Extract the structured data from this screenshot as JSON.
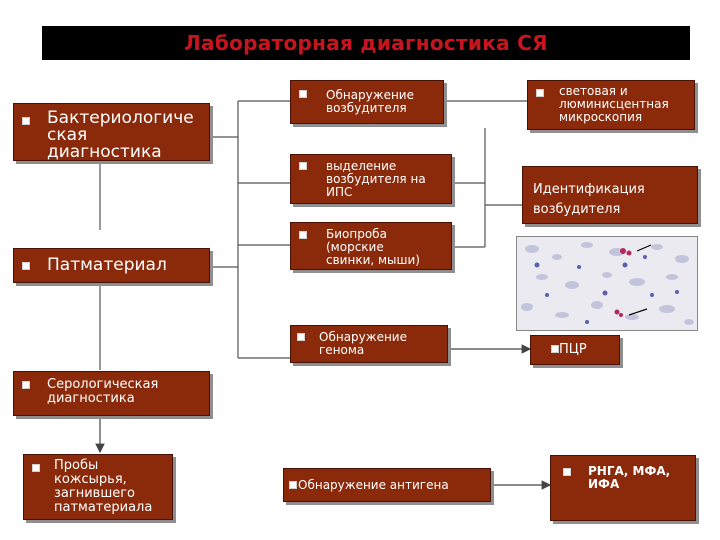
{
  "title": "Лабораторная диагностика СЯ",
  "boxes": {
    "bacteriological": "Бактериологиче\nская\nдиагностика",
    "detection_pathogen": "Обнаружение\nвозбудителя",
    "isolation_ips": "выделение\nвозбудителя на\nИПС",
    "bioassay": "Биопроба\n(морские\nсвинки, мыши)",
    "pathmaterial": "Патматериал",
    "genome_detection": "Обнаружение\nгеномa",
    "serological": "Серологическая\nдиагностика",
    "samples": "Пробы\nкожсырья,\nзагнившего\nпатматериала",
    "antigen_detection": "Обнаружение антигена",
    "microscopy": "световая и\nлюминисцентная\nмикроскопия",
    "identification": "Идентификация\nвозбудителя",
    "pcr": "ПЦР",
    "rnga": "РНГА, МФА,\nИФА"
  },
  "colors": {
    "box_fill": "#8b2a0b",
    "title_bg": "#000000",
    "title_text": "#c9141e",
    "connector": "#555555"
  },
  "image": {
    "description_icon": "microscopy-photo"
  }
}
